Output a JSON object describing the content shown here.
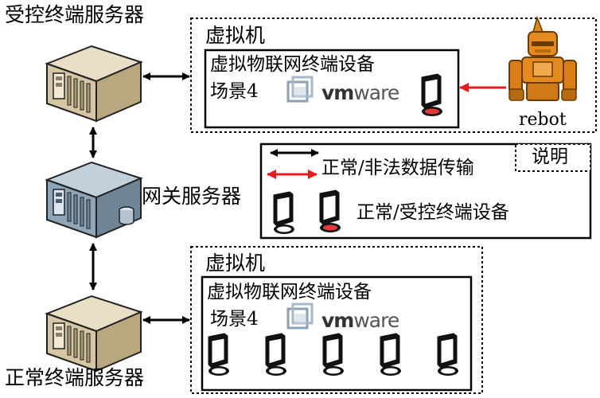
{
  "servers": {
    "controlled": "受控终端服务器",
    "gateway": "网关服务器",
    "normal": "正常终端服务器"
  },
  "vm_top": {
    "title": "虚拟机",
    "device_label": "虚拟物联网终端设备",
    "scene": "场景4",
    "brand": "vmware",
    "robot_label": "rebot"
  },
  "vm_bottom": {
    "title": "虚拟机",
    "device_label": "虚拟物联网终端设备",
    "scene": "场景4",
    "brand": "vmware"
  },
  "legend": {
    "title": "说明",
    "arrows_text": "正常/非法数据传输",
    "devices_text": "正常/受控终端设备"
  },
  "colors": {
    "normal_arrow": "#000000",
    "illegal_arrow": "#e41e1e",
    "controlled_device": "#e23a3a",
    "server_tan": "#d6c7a4",
    "gateway_blue": "#8fa5b8",
    "robot_orange": "#e58a1f"
  }
}
